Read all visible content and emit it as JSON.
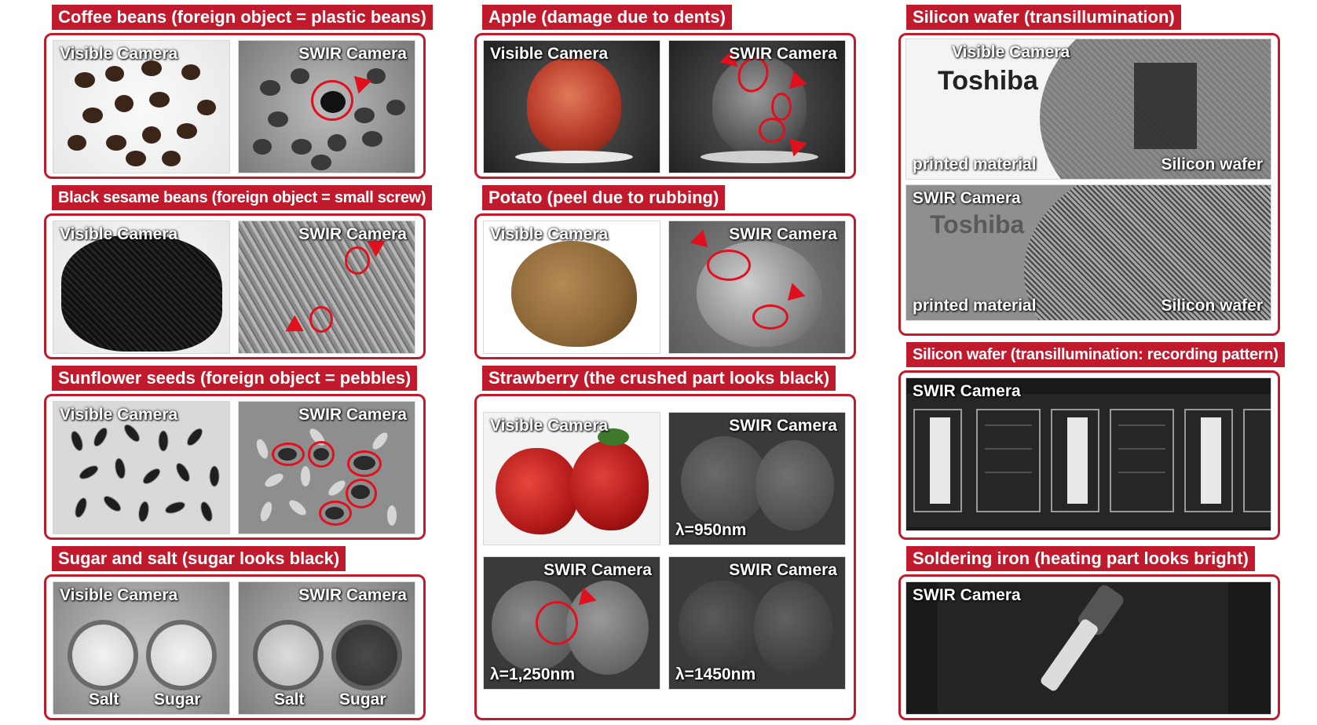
{
  "panels": {
    "coffee": {
      "title": "Coffee beans (foreign object = plastic beans)",
      "left": "Visible Camera",
      "right": "SWIR Camera"
    },
    "sesame": {
      "title": "Black sesame beans (foreign object = small screw)",
      "left": "Visible Camera",
      "right": "SWIR Camera"
    },
    "sunflower": {
      "title": "Sunflower seeds (foreign object = pebbles)",
      "left": "Visible Camera",
      "right": "SWIR Camera"
    },
    "sugar": {
      "title": "Sugar and salt (sugar looks black)",
      "left": "Visible Camera",
      "right": "SWIR Camera",
      "salt": "Salt",
      "sugar": "Sugar"
    },
    "apple": {
      "title": "Apple (damage due to dents)",
      "left": "Visible Camera",
      "right": "SWIR Camera"
    },
    "potato": {
      "title": "Potato (peel due to rubbing)",
      "left": "Visible Camera",
      "right": "SWIR Camera"
    },
    "strawberry": {
      "title": "Strawberry (the crushed part looks black)",
      "visible": "Visible Camera",
      "swir": "SWIR Camera",
      "wl950": "λ=950nm",
      "wl1250": "λ=1,250nm",
      "wl1450": "λ=1450nm"
    },
    "wafer": {
      "title": "Silicon wafer (transillumination)",
      "visible": "Visible Camera",
      "swir": "SWIR Camera",
      "brand": "Toshiba",
      "printed": "printed material",
      "silicon": "Silicon wafer"
    },
    "wafer_pattern": {
      "title": "Silicon wafer (transillumination: recording pattern)",
      "swir": "SWIR Camera"
    },
    "soldering": {
      "title": "Soldering iron (heating part looks bright)",
      "swir": "SWIR Camera"
    }
  }
}
